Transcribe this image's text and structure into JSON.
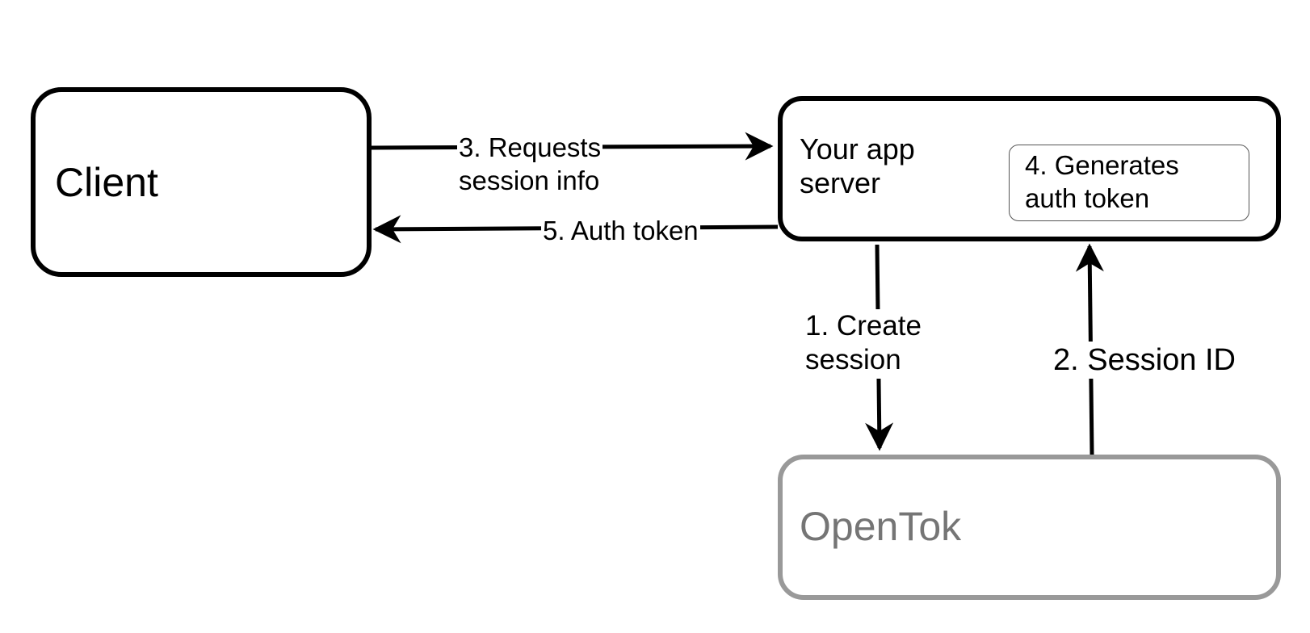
{
  "nodes": {
    "client": "Client",
    "server": "Your app\nserver",
    "opentok": "OpenTok",
    "token_step": "4. Generates\nauth token"
  },
  "edges": {
    "create_session": "1. Create\nsession",
    "session_id": "2. Session ID",
    "requests": "3. Requests\nsession info",
    "auth_token": "5. Auth token"
  },
  "colors": {
    "primary": "#000000",
    "opentok_border": "#999999",
    "opentok_text": "#757575"
  }
}
